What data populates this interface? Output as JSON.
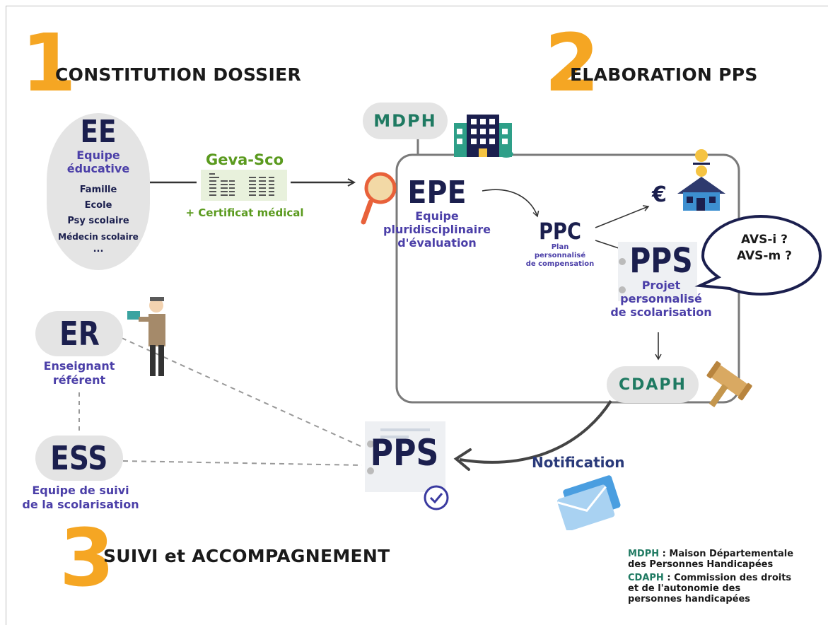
{
  "sections": {
    "one": {
      "number": "1",
      "title": "CONSTITUTION DOSSIER"
    },
    "two": {
      "number": "2",
      "title": "ELABORATION PPS"
    },
    "three": {
      "number": "3",
      "title": "SUIVI et ACCOMPAGNEMENT"
    }
  },
  "ee": {
    "abbr": "EE",
    "name_line1": "Equipe",
    "name_line2": "éducative",
    "members": [
      "Famille",
      "Ecole",
      "Psy scolaire",
      "Médecin scolaire",
      "..."
    ]
  },
  "geva": {
    "title": "Geva-Sco",
    "caption": "+ Certificat médical"
  },
  "mdph": {
    "label": "MDPH"
  },
  "epe": {
    "abbr": "EPE",
    "line1": "Equipe",
    "line2": "pluridisciplinaire",
    "line3": "d'évaluation"
  },
  "ppc": {
    "abbr": "PPC",
    "line1": "Plan",
    "line2": "personnalisé",
    "line3": "de compensation"
  },
  "euro": "€",
  "pps_main": {
    "abbr": "PPS",
    "line1": "Projet",
    "line2": "personnalisé",
    "line3": "de scolarisation"
  },
  "bubble": {
    "line1": "AVS-i ?",
    "line2": "AVS-m ?"
  },
  "cdaph": {
    "label": "CDAPH"
  },
  "notification": "Notification",
  "pps_doc": {
    "abbr": "PPS"
  },
  "er": {
    "abbr": "ER",
    "line1": "Enseignant",
    "line2": "référent"
  },
  "ess": {
    "abbr": "ESS",
    "line1": "Equipe de suivi",
    "line2": "de la scolarisation"
  },
  "legend": {
    "mdph_key": "MDPH",
    "mdph_text1": " : Maison Départementale",
    "mdph_text2": "des Personnes Handicapées",
    "cdaph_key": "CDAPH",
    "cdaph_text1": " : Commission des droits",
    "cdaph_text2": "et de l'autonomie des",
    "cdaph_text3": "personnes handicapées"
  },
  "colors": {
    "orange": "#f5a623",
    "navy": "#1b1f4e",
    "purple": "#4b3fa8",
    "green": "#1f7a62",
    "pill_gray": "#e4e4e4"
  }
}
